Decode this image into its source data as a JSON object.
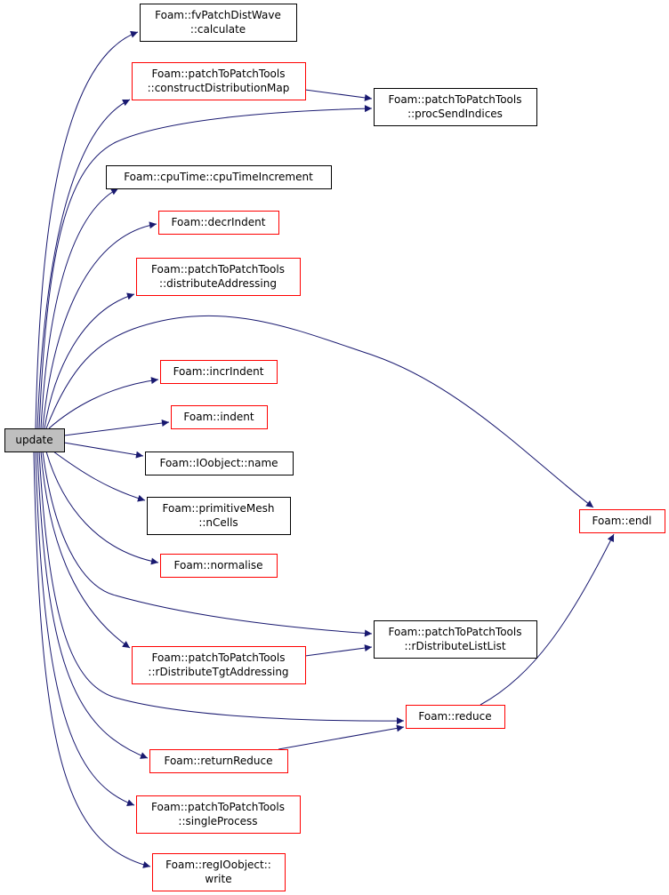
{
  "colors": {
    "edge": "#191970",
    "linked_border": "#ff0000",
    "plain_border": "#000000",
    "root_fill": "#bfbfbf"
  },
  "nodes": [
    {
      "id": "update",
      "lines": [
        "update"
      ],
      "kind": "root"
    },
    {
      "id": "calculate",
      "lines": [
        "Foam::fvPatchDistWave",
        "::calculate"
      ],
      "kind": "plain"
    },
    {
      "id": "constructDistributionMap",
      "lines": [
        "Foam::patchToPatchTools",
        "::constructDistributionMap"
      ],
      "kind": "linked"
    },
    {
      "id": "procSendIndices",
      "lines": [
        "Foam::patchToPatchTools",
        "::procSendIndices"
      ],
      "kind": "plain"
    },
    {
      "id": "cpuTimeIncrement",
      "lines": [
        "Foam::cpuTime::cpuTimeIncrement"
      ],
      "kind": "plain"
    },
    {
      "id": "decrIndent",
      "lines": [
        "Foam::decrIndent"
      ],
      "kind": "linked"
    },
    {
      "id": "distributeAddressing",
      "lines": [
        "Foam::patchToPatchTools",
        "::distributeAddressing"
      ],
      "kind": "linked"
    },
    {
      "id": "incrIndent",
      "lines": [
        "Foam::incrIndent"
      ],
      "kind": "linked"
    },
    {
      "id": "indent",
      "lines": [
        "Foam::indent"
      ],
      "kind": "linked"
    },
    {
      "id": "name",
      "lines": [
        "Foam::IOobject::name"
      ],
      "kind": "plain"
    },
    {
      "id": "nCells",
      "lines": [
        "Foam::primitiveMesh",
        "::nCells"
      ],
      "kind": "plain"
    },
    {
      "id": "normalise",
      "lines": [
        "Foam::normalise"
      ],
      "kind": "linked"
    },
    {
      "id": "rDistributeListList",
      "lines": [
        "Foam::patchToPatchTools",
        "::rDistributeListList"
      ],
      "kind": "plain"
    },
    {
      "id": "rDistributeTgtAddressing",
      "lines": [
        "Foam::patchToPatchTools",
        "::rDistributeTgtAddressing"
      ],
      "kind": "linked"
    },
    {
      "id": "endl",
      "lines": [
        "Foam::endl"
      ],
      "kind": "linked"
    },
    {
      "id": "reduce",
      "lines": [
        "Foam::reduce"
      ],
      "kind": "linked"
    },
    {
      "id": "returnReduce",
      "lines": [
        "Foam::returnReduce"
      ],
      "kind": "linked"
    },
    {
      "id": "singleProcess",
      "lines": [
        "Foam::patchToPatchTools",
        "::singleProcess"
      ],
      "kind": "linked"
    },
    {
      "id": "write",
      "lines": [
        "Foam::regIOobject::",
        "write"
      ],
      "kind": "linked"
    }
  ],
  "edges": [
    [
      "update",
      "calculate"
    ],
    [
      "update",
      "constructDistributionMap"
    ],
    [
      "update",
      "procSendIndices"
    ],
    [
      "update",
      "cpuTimeIncrement"
    ],
    [
      "update",
      "decrIndent"
    ],
    [
      "update",
      "distributeAddressing"
    ],
    [
      "update",
      "endl"
    ],
    [
      "update",
      "incrIndent"
    ],
    [
      "update",
      "indent"
    ],
    [
      "update",
      "name"
    ],
    [
      "update",
      "nCells"
    ],
    [
      "update",
      "normalise"
    ],
    [
      "update",
      "rDistributeListList"
    ],
    [
      "update",
      "rDistributeTgtAddressing"
    ],
    [
      "update",
      "reduce"
    ],
    [
      "update",
      "returnReduce"
    ],
    [
      "update",
      "singleProcess"
    ],
    [
      "update",
      "write"
    ],
    [
      "constructDistributionMap",
      "procSendIndices"
    ],
    [
      "rDistributeTgtAddressing",
      "rDistributeListList"
    ],
    [
      "returnReduce",
      "reduce"
    ],
    [
      "reduce",
      "endl"
    ]
  ]
}
